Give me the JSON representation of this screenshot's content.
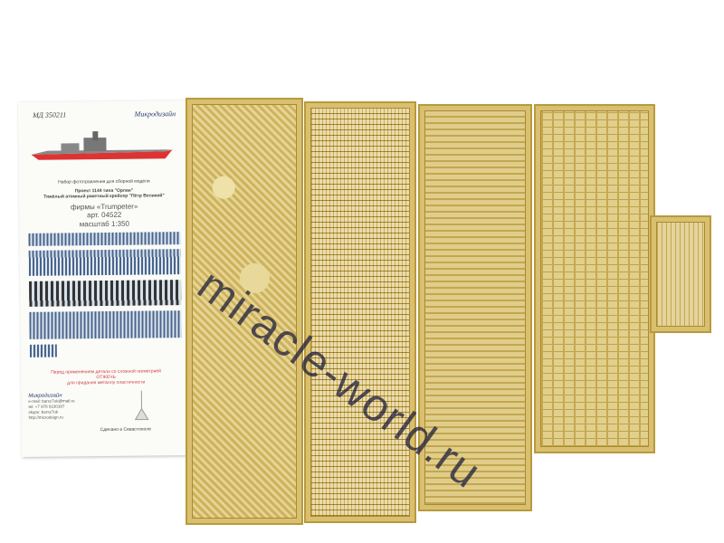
{
  "instruction_sheet": {
    "code": "МД 350211",
    "brand": "Микродизайн",
    "subtitle": "Набор фототравления для сборной модели",
    "project": "Проект 1144 типа \"Орлан\"",
    "ship_name": "Тяжёлый атомный ракетный крейсер \"Пётр Великий\"",
    "maker": "фирмы «Trumpeter»",
    "article": "арт. 04522",
    "scale": "масштаб 1:350",
    "warning_1": "Перед применением детали со сложной геометрией",
    "warning_2": "ОТЖЕЧЬ",
    "warning_3": "для придания металлу пластичности",
    "contacts": [
      "e-mail: barsz7ok@mail.ru",
      "tel: +7 978 0230167",
      "skype: barsz7ok",
      "http://microdsign.ru"
    ],
    "made_in": "Сделано в Севастополе"
  },
  "watermark": "miracle-world.ru"
}
